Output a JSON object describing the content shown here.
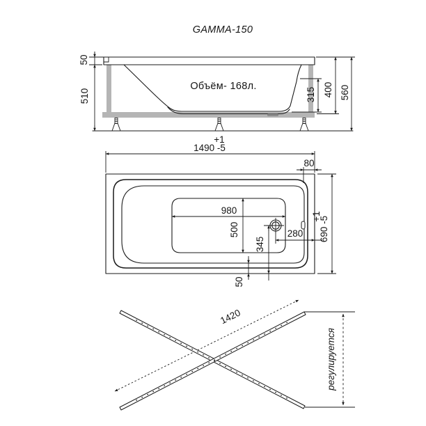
{
  "title": "GAMMA-150",
  "colors": {
    "line": "#1a1a1a",
    "frame": "#b5b5b5",
    "background": "#ffffff"
  },
  "side_view": {
    "volume_label": "Объём- 168л.",
    "rim_height": "50",
    "apron_height": "510",
    "depth_inner": "315",
    "depth_overall": "400",
    "height_total": "560"
  },
  "top_view": {
    "length_tolerance": "+1",
    "length": "1490 -5",
    "head_wall_width": "80",
    "bottom_length": "980",
    "bottom_width": "500",
    "drain_offset_y": "345",
    "drain_offset_x": "280",
    "side_gap": "50",
    "width_tolerance": "+1",
    "width": "690 -5"
  },
  "frame_view": {
    "rail_length": "1420",
    "adjustable": "регулируется"
  }
}
